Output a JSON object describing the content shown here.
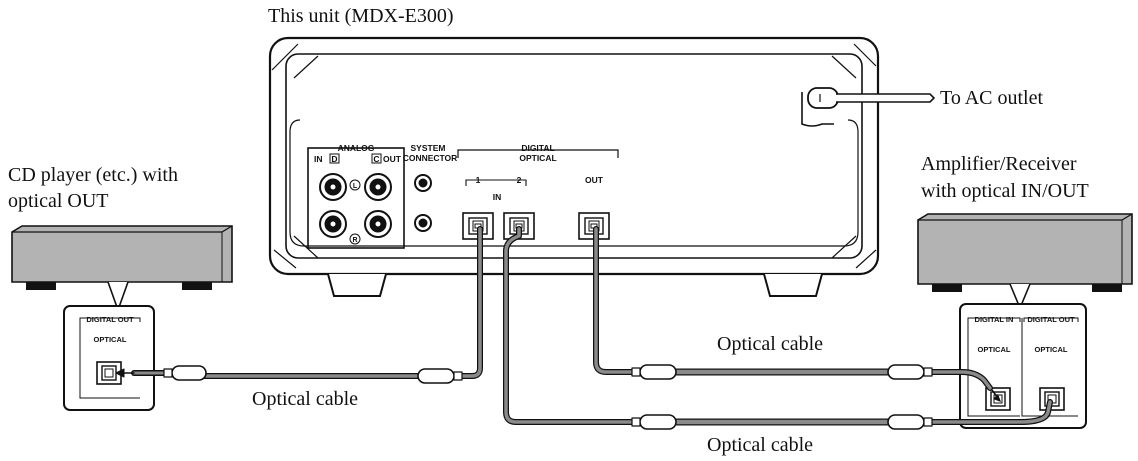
{
  "labels": {
    "unit": "This unit (MDX-E300)",
    "ac_outlet": "To AC outlet",
    "cd_player_line1": "CD player (etc.) with",
    "cd_player_line2": "optical OUT",
    "amp_line1": "Amplifier/Receiver",
    "amp_line2": "with optical IN/OUT",
    "cable_left": "Optical cable",
    "cable_right_top": "Optical cable",
    "cable_right_bottom": "Optical cable"
  },
  "unit_panel": {
    "analog": "ANALOG",
    "analog_in": "IN",
    "analog_out": "OUT",
    "mark_d": "D",
    "mark_c": "C",
    "mark_l": "L",
    "mark_r": "R",
    "system": "SYSTEM",
    "connector": "CONNECTOR",
    "digital": "DIGITAL",
    "optical": "OPTICAL",
    "port_1": "1",
    "port_2": "2",
    "port_in": "IN",
    "port_out": "OUT"
  },
  "cd_panel": {
    "digital_out": "DIGITAL OUT",
    "optical": "OPTICAL"
  },
  "amp_panel": {
    "digital_in": "DIGITAL IN",
    "digital_out": "DIGITAL OUT",
    "optical_in": "OPTICAL",
    "optical_out": "OPTICAL"
  },
  "colors": {
    "device_fill": "#b3b3b3",
    "cable": "#8a8a8a",
    "line": "#111111"
  }
}
